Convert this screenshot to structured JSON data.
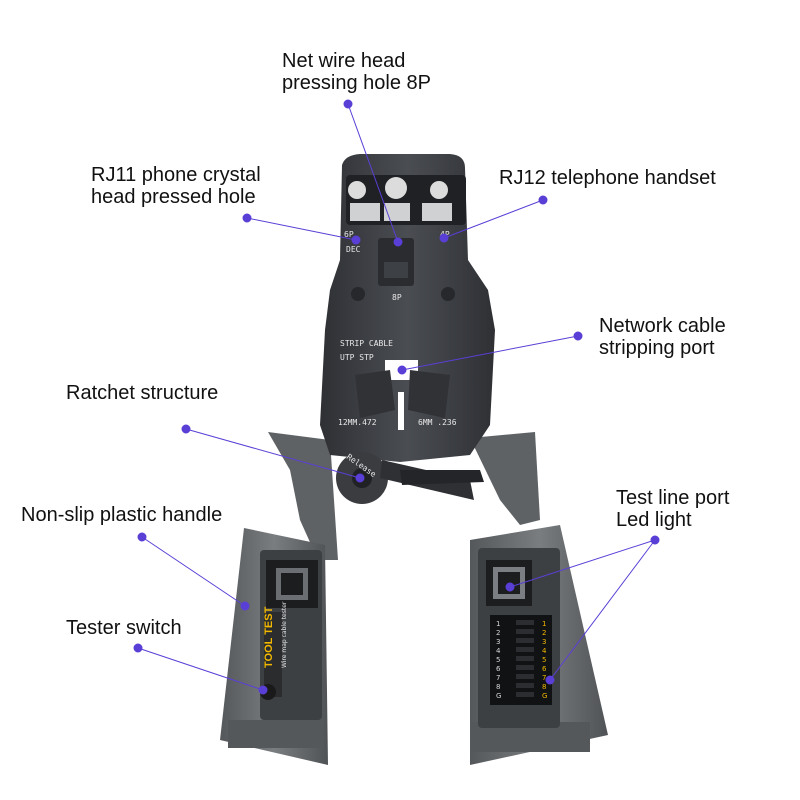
{
  "callouts": {
    "net_wire_head": [
      "Net wire head",
      "pressing hole 8P"
    ],
    "rj11": [
      "RJ11 phone crystal",
      "head pressed hole"
    ],
    "rj12": "RJ12 telephone handset",
    "network_strip": [
      "Network cable",
      "stripping port"
    ],
    "ratchet": "Ratchet structure",
    "handle": "Non-slip plastic handle",
    "test_port": [
      "Test line port",
      "Led light"
    ],
    "switch": "Tester switch"
  },
  "tool_markings": {
    "die_6p": "6P",
    "die_dec": "DEC",
    "die_4p": "4P",
    "die_8p": "8P",
    "strip_cable": "STRIP CABLE",
    "utp_stp": "UTP STP",
    "blade_12mm": "12MM.472",
    "blade_6mm": "6MM .236",
    "release": "Release",
    "brand": "TOOL TEST",
    "tester_sub": "Wire map cable tester",
    "led_left": [
      "1",
      "2",
      "3",
      "4",
      "5",
      "6",
      "7",
      "8",
      "G"
    ],
    "led_right": [
      "1",
      "2",
      "3",
      "4",
      "5",
      "6",
      "7",
      "8",
      "G"
    ]
  },
  "colors": {
    "dot": "#5a3fd6",
    "line": "#5a3fd6",
    "metal": "#3f4247",
    "handle": "#6b6e71",
    "accent": "#f2b800"
  }
}
